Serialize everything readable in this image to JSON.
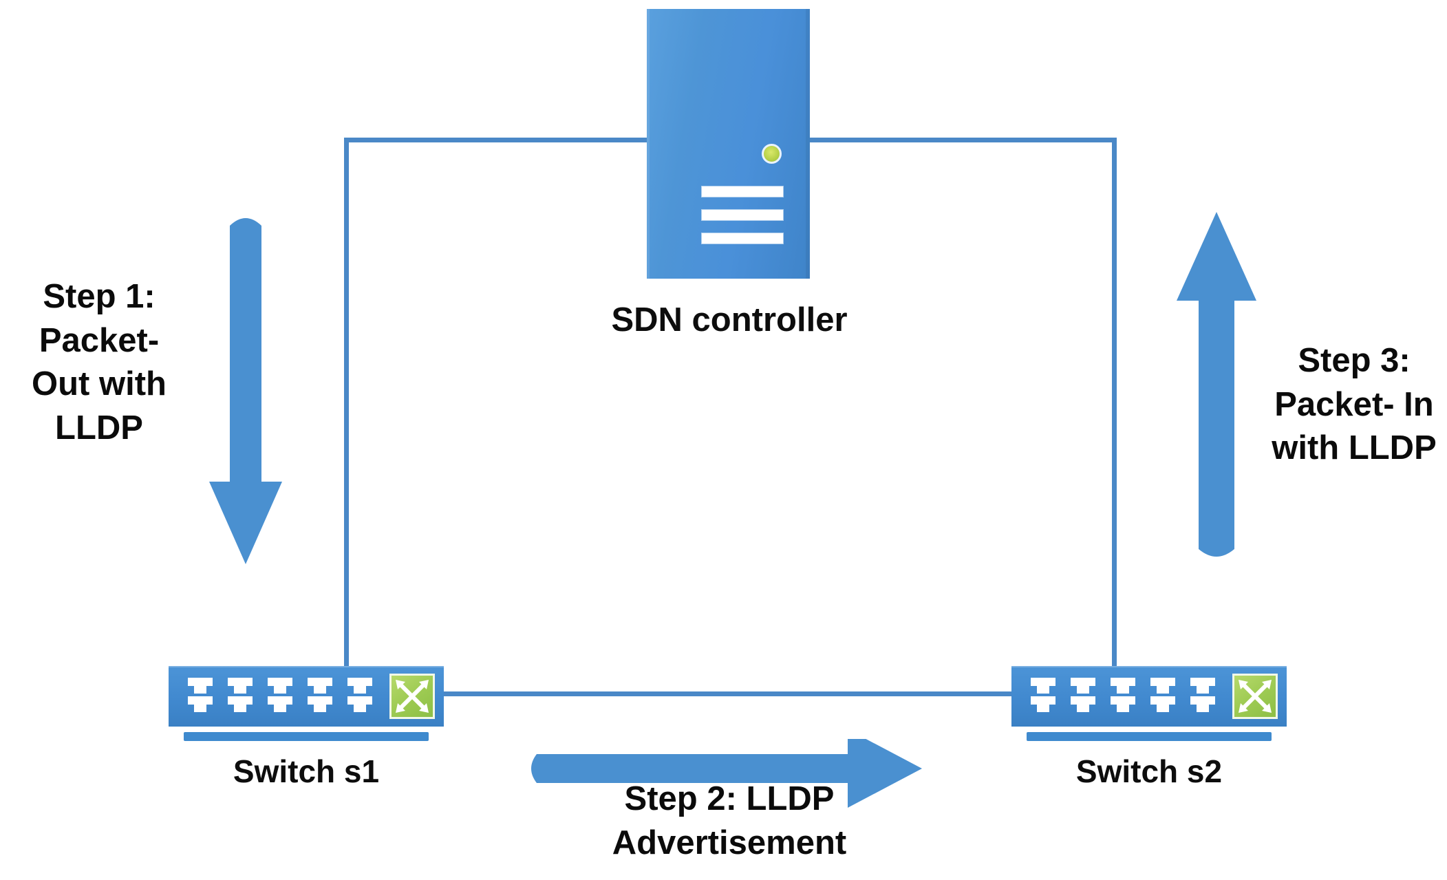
{
  "diagram": {
    "title": "SDN LLDP topology discovery",
    "colors": {
      "device_blue": "#4a90d9",
      "link_blue": "#4a88c7",
      "arrow_blue": "#4a90d0",
      "switch_panel_green": "#9ecb53",
      "led_green": "#b8d24a",
      "text_black": "#0d0d0d",
      "background": "#ffffff"
    },
    "controller": {
      "label": "SDN controller",
      "icon_name": "server-tower-icon",
      "led_name": "power-led-indicator",
      "drive_slots": 3
    },
    "switches": [
      {
        "id": "s1",
        "label": "Switch s1",
        "icon_name": "network-switch-icon",
        "ports": 10,
        "panel_icon": "switch-cross-arrows-icon"
      },
      {
        "id": "s2",
        "label": "Switch s2",
        "icon_name": "network-switch-icon",
        "ports": 10,
        "panel_icon": "switch-cross-arrows-icon"
      }
    ],
    "steps": [
      {
        "number": 1,
        "text": "Step 1:\nPacket-\nOut with\nLLDP",
        "arrow": "down",
        "from": "SDN controller",
        "to": "Switch s1"
      },
      {
        "number": 2,
        "text": "Step 2: LLDP\nAdvertisement",
        "arrow": "right",
        "from": "Switch s1",
        "to": "Switch s2"
      },
      {
        "number": 3,
        "text": "Step 3:\nPacket- In\nwith LLDP",
        "arrow": "up",
        "from": "Switch s2",
        "to": "SDN controller"
      }
    ]
  }
}
